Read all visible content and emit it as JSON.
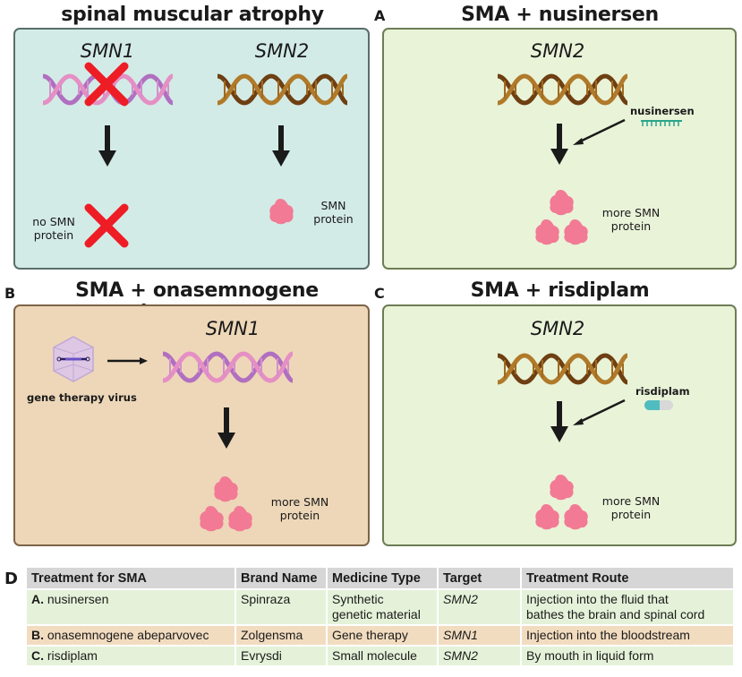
{
  "colors": {
    "panel_sma_bg": "#d3ebe6",
    "panel_sma_border": "#5a6e6a",
    "panel_green_bg": "#e9f3d8",
    "panel_green_border": "#6d7d54",
    "panel_tan_bg": "#edd7b8",
    "panel_tan_border": "#7d6448",
    "dna_pink": "#c77fc8",
    "dna_brown": "#8b5a1c",
    "protein_pink": "#f27a95",
    "red_x": "#ee1c25",
    "table_header": "#d6d6d6",
    "table_green": "#e5f2d9",
    "table_tan": "#f2dcc0"
  },
  "panels": {
    "sma": {
      "title": "spinal muscular atrophy",
      "gene_left": "SMN1",
      "gene_right": "SMN2",
      "left_result": "no SMN\nprotein",
      "right_result_line1": "SMN",
      "right_result_line2": "protein",
      "left_result_line1": "no SMN",
      "left_result_line2": "protein"
    },
    "a": {
      "letter": "A",
      "title": "SMA + nusinersen",
      "gene": "SMN2",
      "drug": "nusinersen",
      "drug_icon": "antisense-oligo-icon",
      "result_line1": "more SMN",
      "result_line2": "protein"
    },
    "b": {
      "letter": "B",
      "title": "SMA + onasemnogene abeparvovec",
      "gene": "SMN1",
      "vector": "gene therapy virus",
      "vector_icon": "virus-capsid-icon",
      "result_line1": "more SMN",
      "result_line2": "protein"
    },
    "c": {
      "letter": "C",
      "title": "SMA + risdiplam",
      "gene": "SMN2",
      "drug": "risdiplam",
      "drug_icon": "pill-capsule-icon",
      "result_line1": "more SMN",
      "result_line2": "protein"
    }
  },
  "table": {
    "letter": "D",
    "headers": [
      "Treatment for SMA",
      "Brand Name",
      "Medicine Type",
      "Target",
      "Treatment Route"
    ],
    "rows": [
      {
        "prefix": "A.",
        "treatment": " nusinersen",
        "brand": "Spinraza",
        "type_line1": "Synthetic",
        "type_line2": "genetic material",
        "target": "SMN2",
        "route_line1": "Injection into the fluid that",
        "route_line2": "bathes the brain and spinal cord"
      },
      {
        "prefix": "B.",
        "treatment": " onasemnogene abeparvovec",
        "brand": "Zolgensma",
        "type_line1": "Gene therapy",
        "type_line2": "",
        "target": "SMN1",
        "route_line1": "Injection into the bloodstream",
        "route_line2": ""
      },
      {
        "prefix": "C.",
        "treatment": " risdiplam",
        "brand": "Evrysdi",
        "type_line1": "Small molecule",
        "type_line2": "",
        "target": "SMN2",
        "route_line1": "By mouth in liquid form",
        "route_line2": ""
      }
    ]
  }
}
